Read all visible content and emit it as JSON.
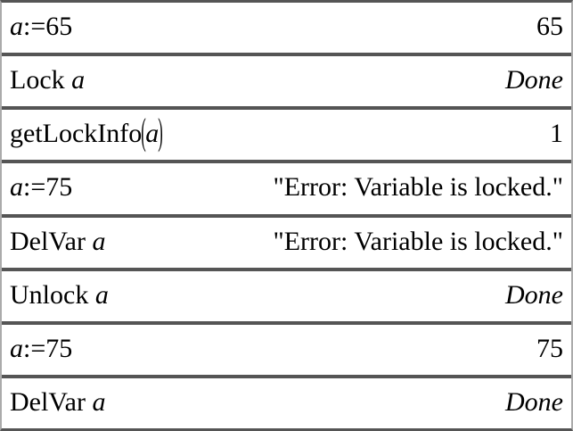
{
  "app": {
    "name": "calculator-history",
    "colors": {
      "background": "#ffffff",
      "text": "#000000",
      "divider": "#555555",
      "side_border": "#ababab"
    }
  },
  "rows": [
    {
      "input": [
        {
          "t": "a"
        },
        {
          "t": ":=65"
        }
      ],
      "result": "65"
    },
    {
      "input": [
        {
          "t": "Lock "
        },
        {
          "t": "a"
        }
      ],
      "result": "Done"
    },
    {
      "input": [
        {
          "t": "getLockInfo"
        },
        {
          "t": "("
        },
        {
          "t": "a"
        },
        {
          "t": ")"
        }
      ],
      "result": "1"
    },
    {
      "input": [
        {
          "t": "a"
        },
        {
          "t": ":=75"
        }
      ],
      "result": "\"Error: Variable is locked.\""
    },
    {
      "input": [
        {
          "t": "DelVar "
        },
        {
          "t": "a"
        }
      ],
      "result": "\"Error: Variable is locked.\""
    },
    {
      "input": [
        {
          "t": "Unlock "
        },
        {
          "t": "a"
        }
      ],
      "result": "Done"
    },
    {
      "input": [
        {
          "t": "a"
        },
        {
          "t": ":=75"
        }
      ],
      "result": "75"
    },
    {
      "input": [
        {
          "t": "DelVar "
        },
        {
          "t": "a"
        }
      ],
      "result": "Done"
    }
  ]
}
